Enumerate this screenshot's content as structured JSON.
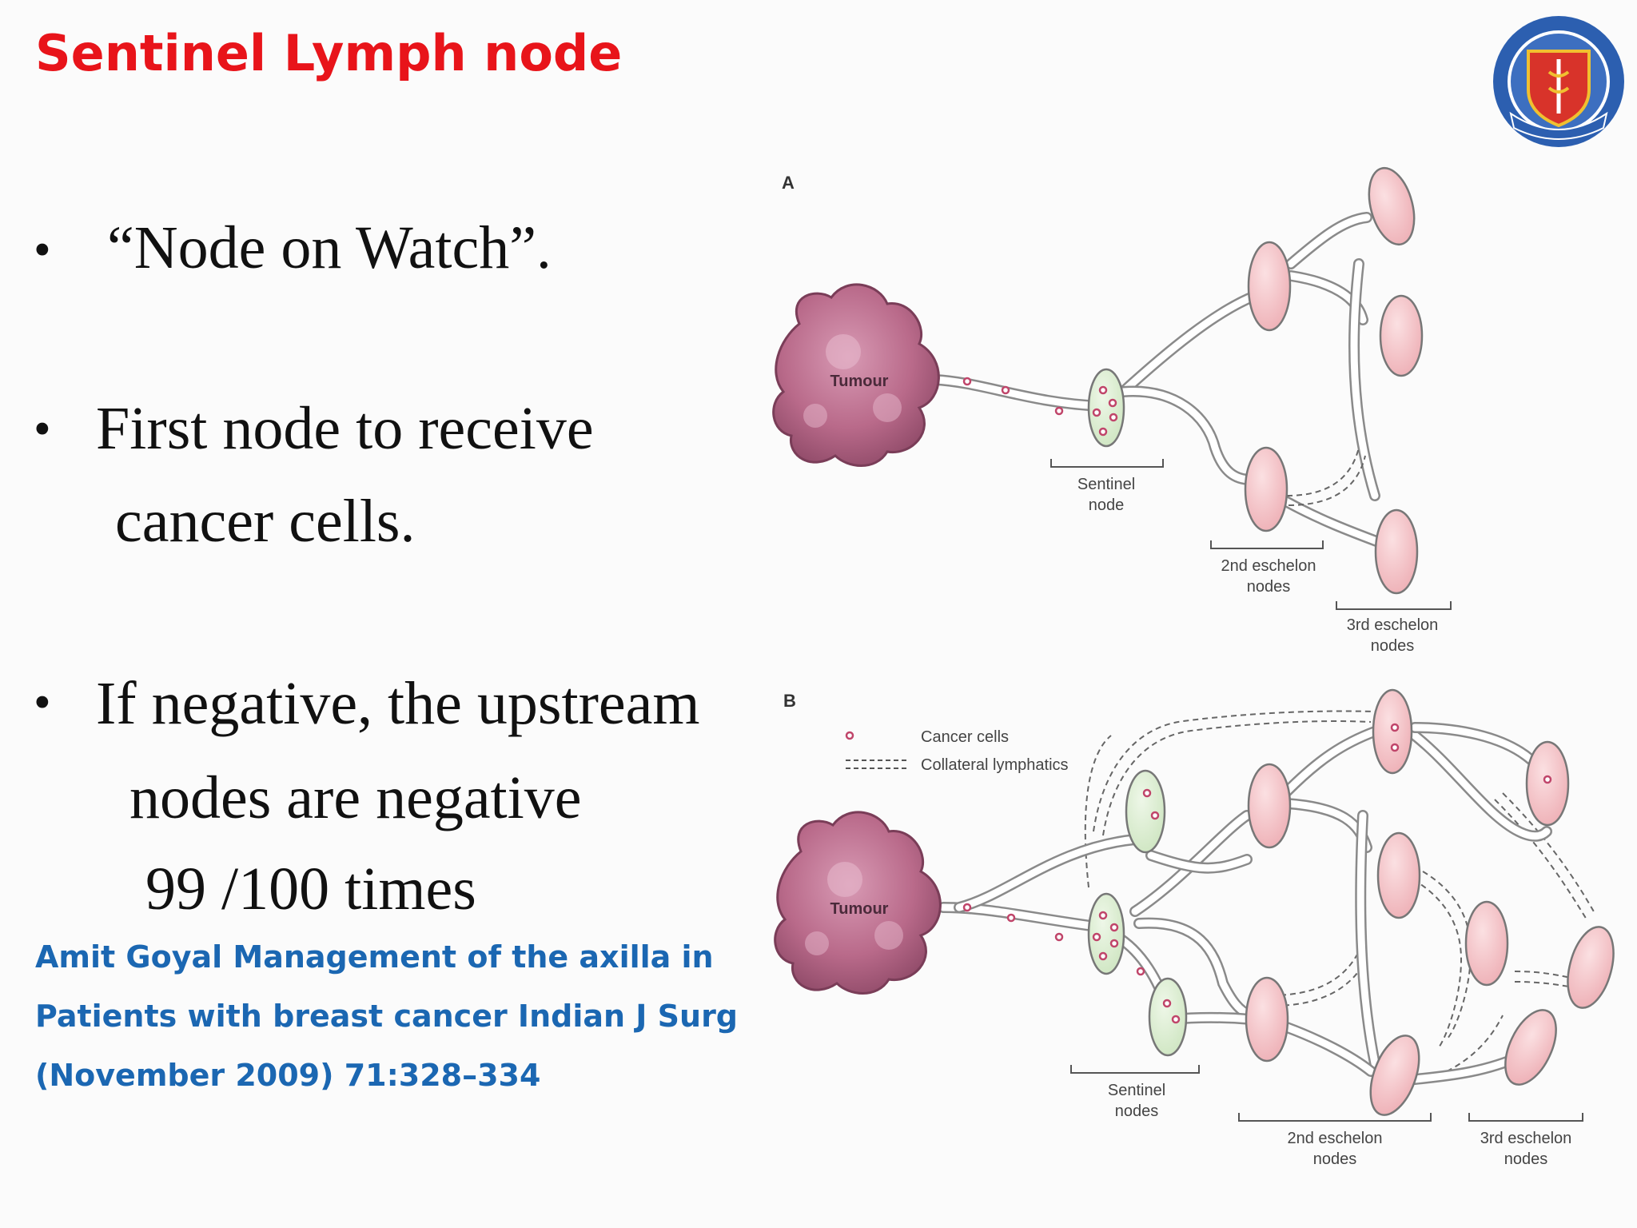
{
  "slide": {
    "title": "Sentinel Lymph node",
    "bullets": [
      {
        "lines": [
          "“Node on Watch”."
        ]
      },
      {
        "lines": [
          "First node to receive",
          "cancer cells."
        ]
      },
      {
        "lines": [
          "If  negative,  the upstream",
          "nodes are negative",
          "99 /100 times"
        ]
      }
    ],
    "reference": [
      "Amit Goyal Management of the axilla in",
      "Patients   with breast cancer Indian J Surg",
      "(November 2009) 71:328–334"
    ]
  },
  "diagram": {
    "panel_a": {
      "label": "A",
      "tumour": "Tumour",
      "sentinel": [
        "Sentinel",
        "node"
      ],
      "second": [
        "2nd eschelon",
        "nodes"
      ],
      "third": [
        "3rd eschelon",
        "nodes"
      ]
    },
    "panel_b": {
      "label": "B",
      "tumour": "Tumour",
      "legend_cancer": "Cancer cells",
      "legend_collateral": "Collateral lymphatics",
      "sentinel": [
        "Sentinel",
        "nodes"
      ],
      "second": [
        "2nd eschelon",
        "nodes"
      ],
      "third": [
        "3rd eschelon",
        "nodes"
      ]
    },
    "colors": {
      "tumour": "#b96a8a",
      "pink_node": "#f2bcc0",
      "green_node": "#d9eccf",
      "cell": "#c0456a"
    }
  },
  "logo": {
    "icon": "university-crest-icon"
  }
}
